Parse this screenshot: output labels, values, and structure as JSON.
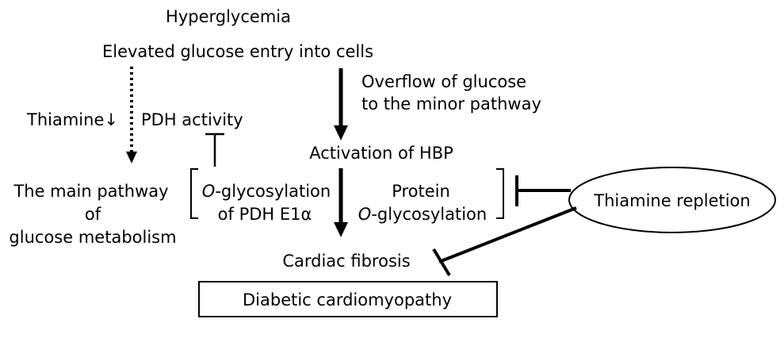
{
  "nodes": {
    "hyperglycemia": "Hyperglycemia",
    "glucose_entry": "Elevated glucose entry into cells",
    "overflow_line1": "Overflow of glucose",
    "overflow_line2": "to the minor pathway",
    "thiamine_down": "Thiamine↓",
    "pdh_activity": "PDH activity",
    "activation_hbp": "Activation of HBP",
    "main_pathway_line1": "The main pathway",
    "main_pathway_line2": "of",
    "main_pathway_line3": "glucose metabolism",
    "pdh_glyco_prefix": "O",
    "pdh_glyco_rest": "-glycosylation",
    "pdh_glyco_line2": "of PDH E1α",
    "protein_line1": "Protein",
    "protein_glyco_prefix": "O",
    "protein_glyco_rest": "-glycosylation",
    "cardiac_fibrosis": "Cardiac fibrosis",
    "diabetic_cardiomyopathy": "Diabetic cardiomyopathy",
    "thiamine_repletion": "Thiamine repletion"
  },
  "colors": {
    "stroke": "#000000",
    "text": "#000000",
    "background": "#ffffff"
  }
}
